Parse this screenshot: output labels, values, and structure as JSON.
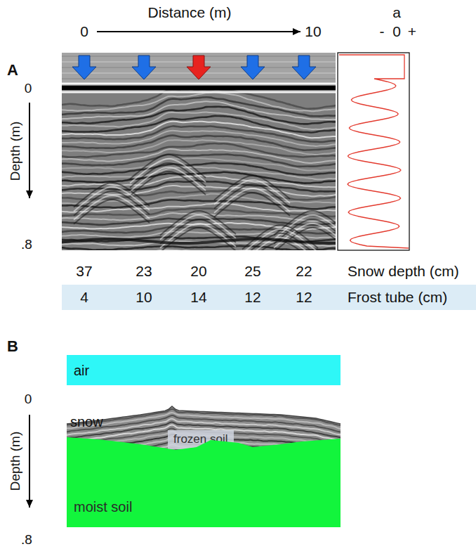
{
  "diagram": {
    "nodes": [
      {
        "text": [
          "4",
          "10",
          "14",
          "12",
          "12",
          "Frost tube (cm)"
        ]
      },
      {
        "text": [
          "air"
        ]
      },
      {
        "text": [
          "frozen soil"
        ]
      },
      {
        "text": [
          "moist soil"
        ]
      }
    ],
    "labels": [
      "A",
      "Distance (m)",
      "0",
      "10",
      "a",
      "-",
      "0",
      "+",
      "0",
      "Depth (m)",
      ".8",
      "37",
      "23",
      "20",
      "25",
      "22",
      "Snow depth (cm)",
      "B",
      "0",
      "snow",
      "Depth (m)",
      ".8"
    ]
  }
}
